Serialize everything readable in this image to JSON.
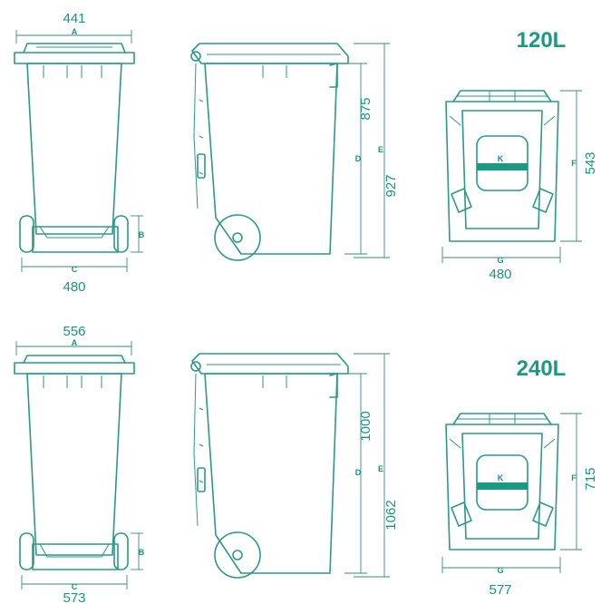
{
  "colors": {
    "line": "#2a9a86",
    "text": "#16957f",
    "band": "#1a9a82",
    "background": "#ffffff"
  },
  "bin_120": {
    "volume_label": "120L",
    "width_top": "441",
    "width_base": "480",
    "height_body": "875",
    "height_total": "927",
    "depth_side": "543",
    "width_plan": "480"
  },
  "bin_240": {
    "volume_label": "240L",
    "width_top": "556",
    "width_base": "573",
    "height_body": "1000",
    "height_total": "1062",
    "depth_side": "715",
    "width_plan": "577"
  },
  "letters": {
    "a": "A",
    "b": "B",
    "c": "C",
    "d": "D",
    "e": "E",
    "f": "F",
    "g": "G",
    "k": "K"
  }
}
